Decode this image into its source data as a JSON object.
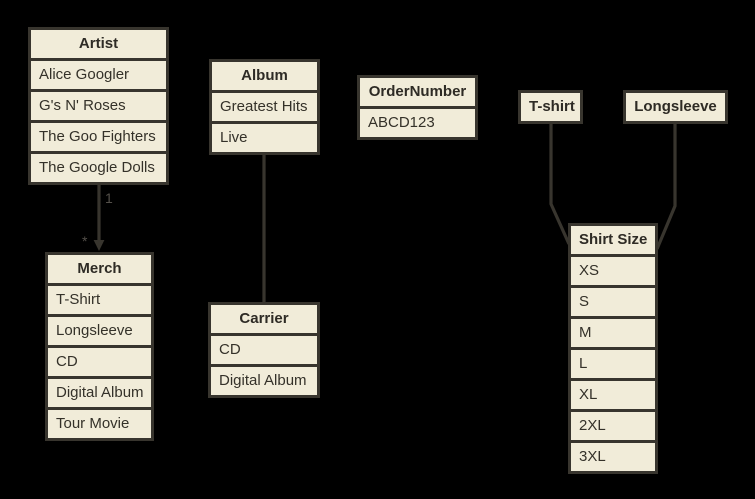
{
  "diagram": {
    "background": "#000000",
    "box_fill": "#f1ecd9",
    "line_color": "#38352e",
    "text_color": "#343129"
  },
  "entities": [
    {
      "id": "artist",
      "title": "Artist",
      "rows": [
        "Alice Googler",
        "G's N' Roses",
        "The Goo Fighters",
        "The Google Dolls"
      ]
    },
    {
      "id": "album",
      "title": "Album",
      "rows": [
        "Greatest Hits",
        "Live"
      ]
    },
    {
      "id": "ordernumber",
      "title": "OrderNumber",
      "rows": [
        "ABCD123"
      ]
    },
    {
      "id": "tshirt",
      "title": "T-shirt",
      "rows": []
    },
    {
      "id": "longsleeve",
      "title": "Longsleeve",
      "rows": []
    },
    {
      "id": "shirtsize",
      "title": "Shirt Size",
      "rows": [
        "XS",
        "S",
        "M",
        "L",
        "XL",
        "2XL",
        "3XL"
      ]
    },
    {
      "id": "merch",
      "title": "Merch",
      "rows": [
        "T-Shirt",
        "Longsleeve",
        "CD",
        "Digital Album",
        "Tour Movie"
      ]
    },
    {
      "id": "carrier",
      "title": "Carrier",
      "rows": [
        "CD",
        "Digital Album"
      ]
    }
  ],
  "connectors": {
    "artist_merch": {
      "from": "Artist",
      "to": "Merch",
      "from_label": "1",
      "to_label": "*"
    },
    "album_carrier": {
      "from": "Album",
      "to": "Carrier"
    },
    "tshirt_shirtsize": {
      "from": "T-shirt",
      "to": "Shirt Size"
    },
    "longsleeve_shirtsize": {
      "from": "Longsleeve",
      "to": "Shirt Size"
    }
  }
}
